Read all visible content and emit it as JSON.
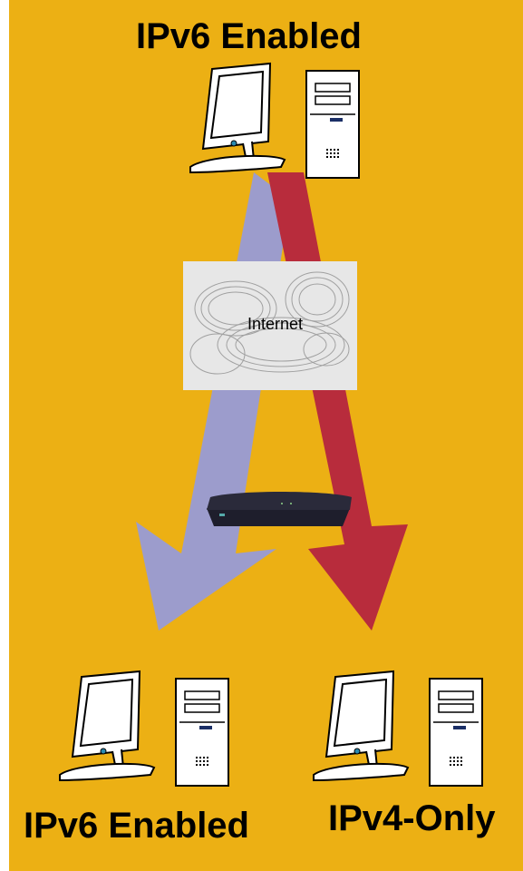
{
  "nodes": {
    "top": {
      "label": "IPv6 Enabled"
    },
    "bottom_left": {
      "label": "IPv6 Enabled"
    },
    "bottom_right": {
      "label": "IPv4-Only"
    }
  },
  "cloud": {
    "label": "Internet"
  },
  "colors": {
    "background": "#ecb014",
    "ipv6_arrow": "#9c9ccc",
    "ipv4_arrow": "#b82c3c",
    "router": "#1e1e2c"
  },
  "icons": [
    "computer-icon",
    "cloud-icon",
    "router-icon"
  ]
}
